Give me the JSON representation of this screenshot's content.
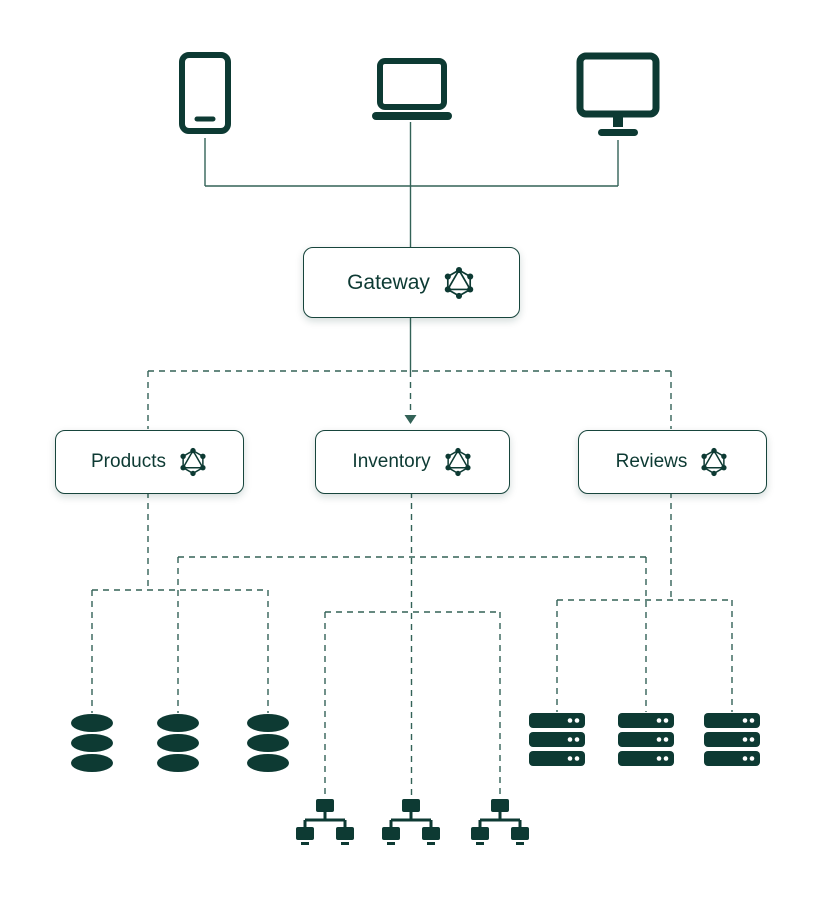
{
  "diagram": {
    "type": "graphql-federation-architecture",
    "colors": {
      "primary": "#0d3a33",
      "line": "#336257",
      "box_background": "#ffffff",
      "background": "#ffffff"
    },
    "clients": [
      {
        "name": "tablet client",
        "icon": "tablet-icon"
      },
      {
        "name": "laptop client",
        "icon": "laptop-icon"
      },
      {
        "name": "desktop client",
        "icon": "desktop-icon"
      }
    ],
    "gateway": {
      "label": "Gateway",
      "icon": "graphql-icon"
    },
    "services": [
      {
        "label": "Products",
        "icon": "graphql-icon"
      },
      {
        "label": "Inventory",
        "icon": "graphql-icon"
      },
      {
        "label": "Reviews",
        "icon": "graphql-icon"
      }
    ],
    "resources": {
      "databases": {
        "count": 3,
        "icon": "database-icon"
      },
      "servers": {
        "count": 3,
        "icon": "server-icon"
      },
      "networks": {
        "count": 3,
        "icon": "lan-network-icon"
      }
    }
  }
}
